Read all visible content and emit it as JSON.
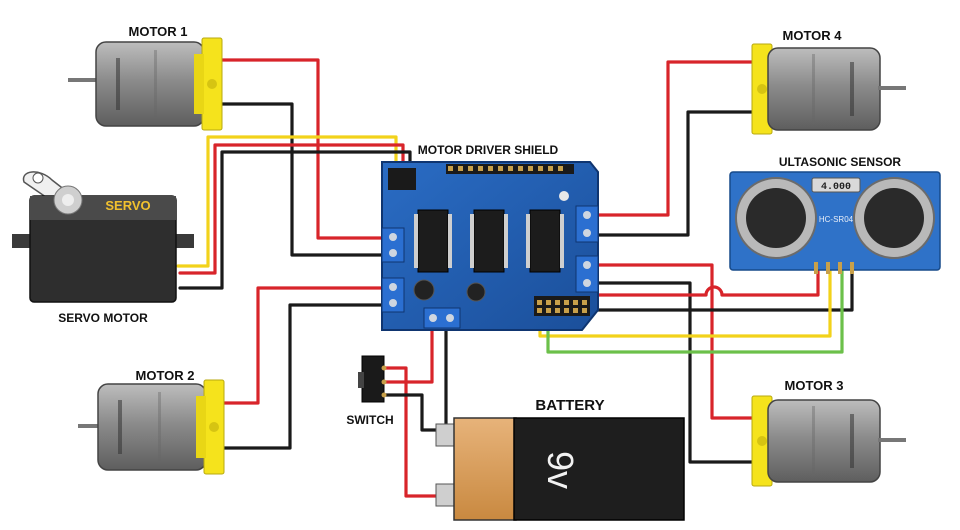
{
  "labels": {
    "motor1": "MOTOR 1",
    "motor2": "MOTOR 2",
    "motor3": "MOTOR 3",
    "motor4": "MOTOR 4",
    "servo_motor": "SERVO MOTOR",
    "servo_brand": "SERVO",
    "shield": "MOTOR DRIVER SHIELD",
    "sensor": "ULTASONIC SENSOR",
    "sensor_display": "4.000",
    "sensor_model": "HC-SR04",
    "switch": "SWITCH",
    "battery": "BATTERY",
    "battery_voltage": "9v"
  },
  "colors": {
    "shield_blue": "#1f5fb4",
    "motor_gray": "#8a8a8a",
    "motor_tab_yellow": "#f5e31c",
    "battery_orange": "#d99a4e",
    "sensor_blue": "#2f72c8",
    "wire_red": "#d8242a",
    "wire_black": "#1a1a1a",
    "wire_yellow": "#f2d21b",
    "wire_green": "#6cc04a"
  }
}
